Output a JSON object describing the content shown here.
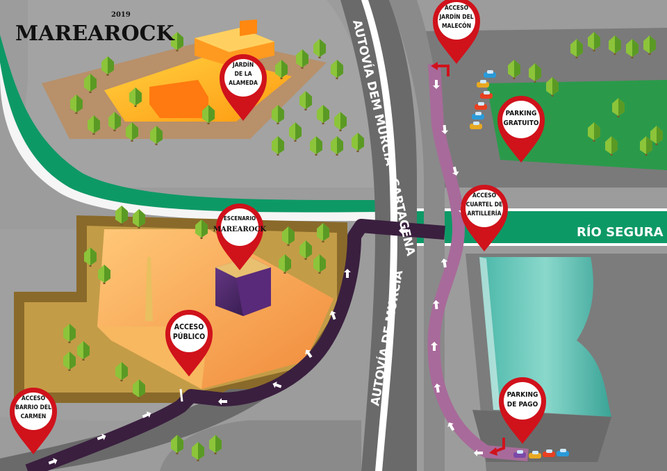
{
  "logo": {
    "name": "MAREAROCK",
    "year": "2019"
  },
  "roads": {
    "highway_vertical": "AUTOVÍA DEM MURCIA - CARTAGENA",
    "highway_lower": "AUTOVÍA DE MURCIA",
    "river": "RÍO SEGURA"
  },
  "pins": {
    "jardin_alameda": [
      "JARDÍN",
      "DE LA",
      "ALAMEDA"
    ],
    "escenario": {
      "label": "ESCENARIO",
      "logo": "MAREAROCK"
    },
    "acceso_publico": [
      "ACCESO",
      "PÚBLICO"
    ],
    "acceso_barrio": [
      "ACCESO",
      "BARRIO DEL",
      "CARMEN"
    ],
    "acceso_jardin_malecon": [
      "ACCESO",
      "JARDÍN DEL",
      "MALECÓN"
    ],
    "parking_gratuito": [
      "PARKING",
      "GRATUITO"
    ],
    "acceso_cuartel": [
      "ACCESO",
      "CUARTEL DE",
      "ARTILLERÍA"
    ],
    "parking_pago": [
      "PARKING",
      "DE PAGO"
    ]
  },
  "colors": {
    "pin_red": "#d0121b",
    "route_dark": "#3a1f3f",
    "route_pink": "#a86a9a",
    "river_green": "#0d9966",
    "park_green": "#2a9a4a",
    "venue_orange": "#f5a54a"
  }
}
